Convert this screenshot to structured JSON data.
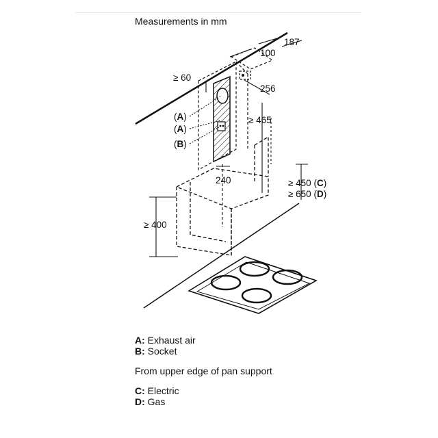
{
  "title": "Measurements in mm",
  "dimensions": {
    "d187": "187",
    "d100": "100",
    "d60": "≥ 60",
    "d256": "256",
    "d465": "≥ 465",
    "d240": "240",
    "d400": "≥ 400",
    "d450": "≥ 450",
    "d650": "≥ 650"
  },
  "callouts": {
    "a1": "A",
    "a2": "A",
    "b": "B",
    "c": "C",
    "d": "D"
  },
  "legend": {
    "a_key": "A:",
    "a_text": " Exhaust air",
    "b_key": "B:",
    "b_text": " Socket",
    "note": "From upper edge of pan support",
    "c_key": "C:",
    "c_text": " Electric",
    "d_key": "D:",
    "d_text": " Gas"
  }
}
